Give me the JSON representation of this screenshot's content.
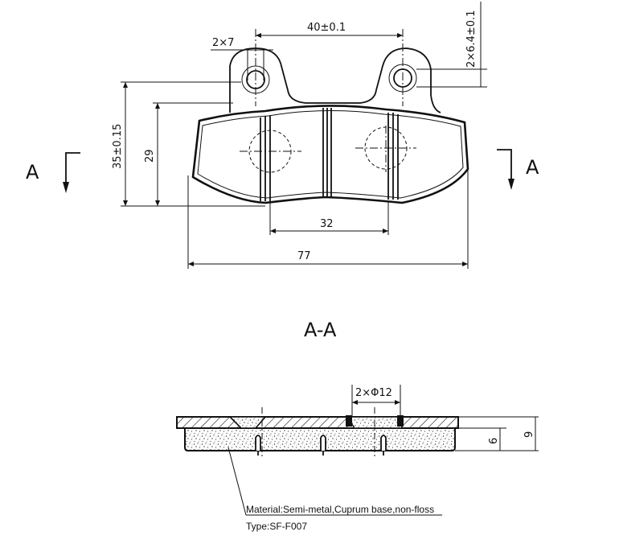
{
  "dimensions": {
    "bolt_hole": "2×7",
    "hole_spacing": "40±0.1",
    "tab_height": "2×6.4±0.1",
    "overall_height": "35±0.15",
    "pad_height": "29",
    "slot_spacing": "32",
    "overall_length": "77",
    "pin_diameter": "2×Φ12",
    "friction_thickness": "6",
    "total_thickness": "9"
  },
  "section": {
    "marker_left": "A",
    "marker_right": "A",
    "title": "A-A"
  },
  "notes": {
    "material": "Material:Semi-metal,Cuprum base,non-floss",
    "type": "Type:SF-F007"
  }
}
